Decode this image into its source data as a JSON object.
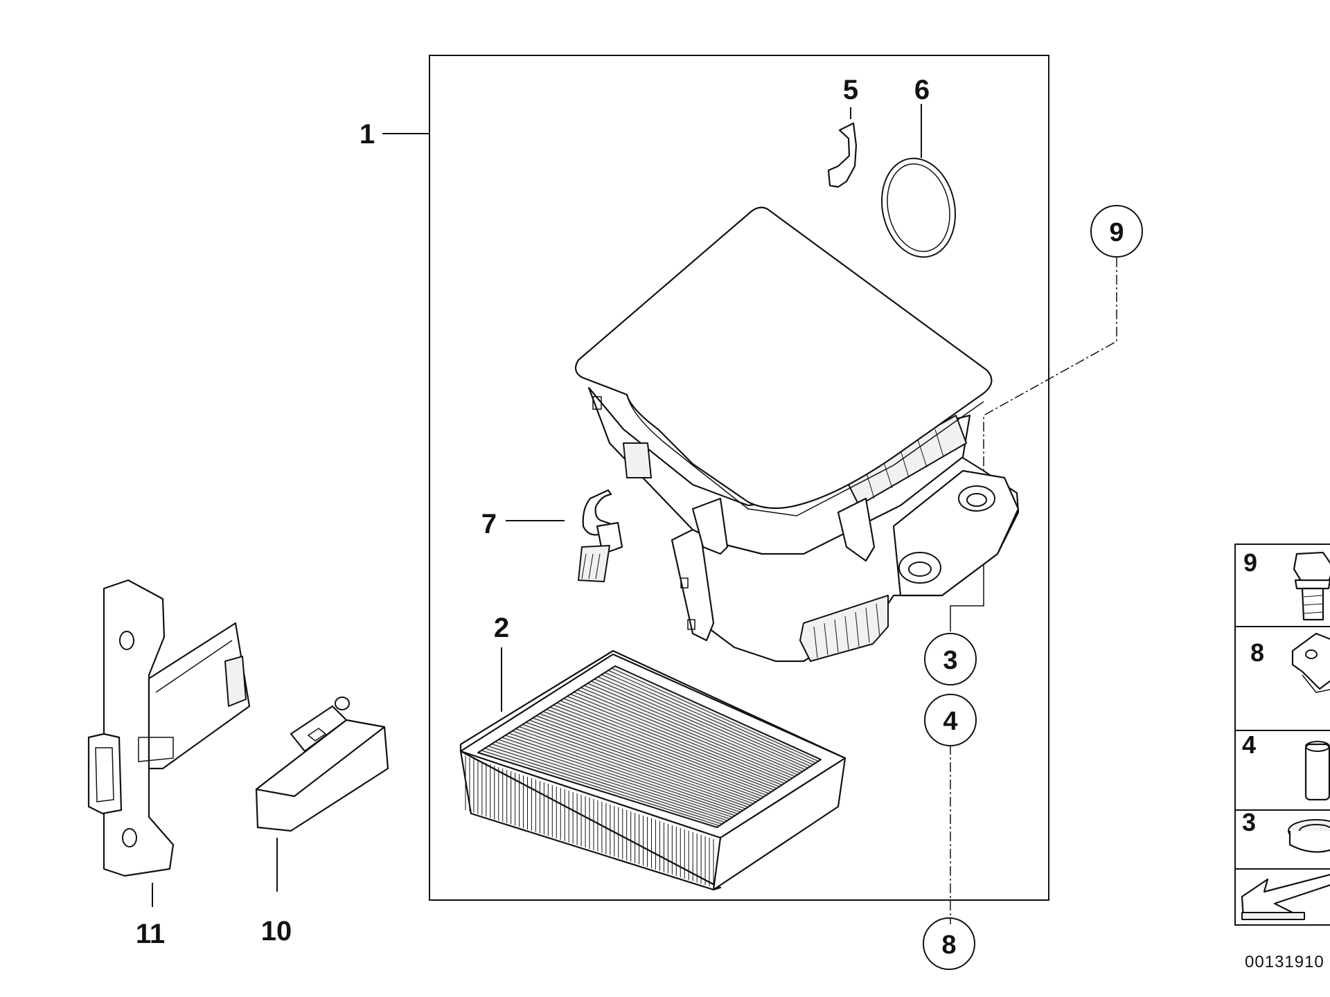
{
  "labels": {
    "l1": "1",
    "l2": "2",
    "l3": "3",
    "l4": "4",
    "l5": "5",
    "l6": "6",
    "l7": "7",
    "l8": "8",
    "l9": "9",
    "l10": "10",
    "l11": "11"
  },
  "legend": {
    "r9": "9",
    "r8": "8",
    "r4": "4",
    "r3": "3"
  },
  "diagram_id": "00131910"
}
